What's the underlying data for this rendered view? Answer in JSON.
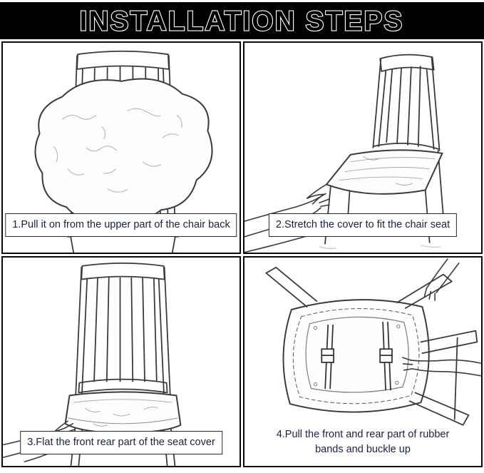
{
  "title": "INSTALLATION STEPS",
  "steps": [
    {
      "caption": "1.Pull it on from the upper part of the chair back",
      "illustration": "chair-back-cover-sketch"
    },
    {
      "caption": "2.Stretch the cover to fit the chair seat",
      "illustration": "stretch-cover-on-seat-sketch"
    },
    {
      "caption": "3.Flat the front rear part of the seat cover",
      "illustration": "flatten-seat-cover-sketch"
    },
    {
      "caption": "4.Pull the front and rear part of rubber bands and buckle up",
      "illustration": "buckle-rubber-bands-sketch"
    }
  ],
  "colors": {
    "banner_bg": "#000000",
    "banner_text_fill": "#000000",
    "banner_text_outline": "#ffffff",
    "panel_border": "#0a0a0a",
    "caption_text": "#1b2140",
    "sketch_stroke": "#3a3a3a"
  }
}
